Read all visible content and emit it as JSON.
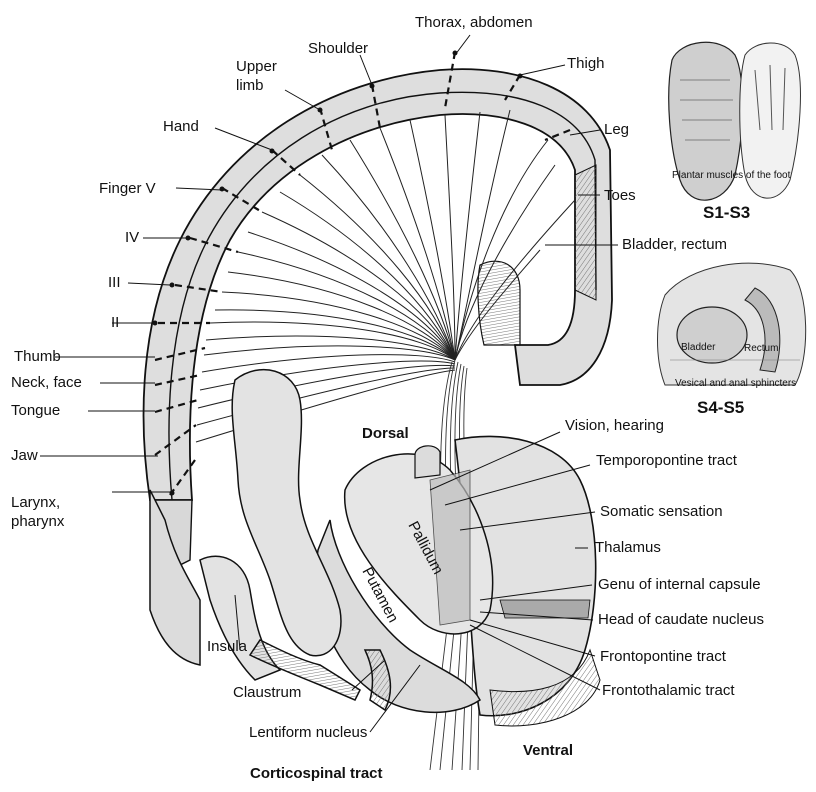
{
  "homunculus_labels": {
    "thorax_abdomen": "Thorax, abdomen",
    "thigh": "Thigh",
    "shoulder": "Shoulder",
    "upper_limb_1": "Upper",
    "upper_limb_2": "limb",
    "hand": "Hand",
    "leg": "Leg",
    "finger_v": "Finger V",
    "toes": "Toes",
    "iv": "IV",
    "bladder_rectum": "Bladder, rectum",
    "iii": "III",
    "ii": "II",
    "thumb": "Thumb",
    "neck_face": "Neck, face",
    "tongue": "Tongue",
    "jaw": "Jaw",
    "larynx_1": "Larynx,",
    "larynx_2": "pharynx"
  },
  "structure_labels": {
    "dorsal": "Dorsal",
    "vision_hearing": "Vision, hearing",
    "temporopontine": "Temporopontine tract",
    "somatic_sensation": "Somatic sensation",
    "thalamus": "Thalamus",
    "genu": "Genu of internal capsule",
    "caudate": "Head of caudate nucleus",
    "frontopontine": "Frontopontine tract",
    "frontothalamic": "Frontothalamic tract",
    "insula": "Insula",
    "claustrum": "Claustrum",
    "lentiform": "Lentiform nucleus",
    "ventral": "Ventral",
    "corticospinal": "Corticospinal tract",
    "pallidum": "Pallidum",
    "putamen": "Putamen"
  },
  "insets": {
    "foot_caption": "Plantar muscles of the foot",
    "foot_level": "S1-S3",
    "pelvis_bladder": "Bladder",
    "pelvis_rectum": "Rectum",
    "pelvis_caption": "Vesical and anal sphincters",
    "pelvis_level": "S4-S5"
  }
}
